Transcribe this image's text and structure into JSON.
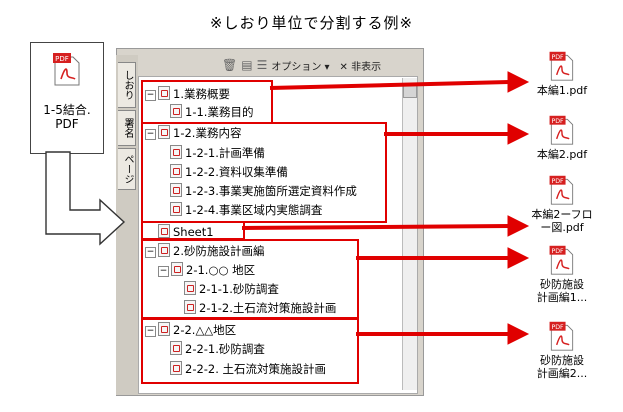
{
  "title": "※しおり単位で分割する例※",
  "source_file": {
    "label_line1": "1-5結合.",
    "label_line2": "PDF",
    "icon": "pdf-file-icon"
  },
  "toolbar": {
    "options": "オプション ▾",
    "hide": "✕ 非表示"
  },
  "tabs": {
    "bookmarks": "しおり",
    "signatures": "署名",
    "pages": "ページ"
  },
  "bookmarks": [
    {
      "id": "b1",
      "label": "1.業務概要"
    },
    {
      "id": "b1-1",
      "label": "1-1.業務目的"
    },
    {
      "id": "b2",
      "label": "1-2.業務内容"
    },
    {
      "id": "b2-1",
      "label": "1-2-1.計画準備"
    },
    {
      "id": "b2-2",
      "label": "1-2-2.資料収集準備"
    },
    {
      "id": "b2-3",
      "label": "1-2-3.事業実施箇所選定資料作成"
    },
    {
      "id": "b2-4",
      "label": "1-2-4.事業区域内実態調査"
    },
    {
      "id": "sheet",
      "label": "Sheet1"
    },
    {
      "id": "b3",
      "label": "2.砂防施設計画編"
    },
    {
      "id": "b3-1",
      "label": "2-1.○○ 地区"
    },
    {
      "id": "b3-1-1",
      "label": "2-1-1.砂防調査"
    },
    {
      "id": "b3-1-2",
      "label": "2-1-2.土石流対策施設計画"
    },
    {
      "id": "b4",
      "label": "2-2.△△地区"
    },
    {
      "id": "b4-1",
      "label": "2-2-1.砂防調査"
    },
    {
      "id": "b4-2",
      "label": "2-2-2. 土石流対策施設計画"
    }
  ],
  "outputs": [
    {
      "line1": "本編1.pdf",
      "line2": ""
    },
    {
      "line1": "本編2.pdf",
      "line2": ""
    },
    {
      "line1": "本編2ーフロ",
      "line2": "ー図.pdf"
    },
    {
      "line1": "砂防施設",
      "line2": "計画編1..."
    },
    {
      "line1": "砂防施設",
      "line2": "計画編2..."
    }
  ],
  "colors": {
    "highlight": "#e00000",
    "pdf_red": "#d62020"
  }
}
